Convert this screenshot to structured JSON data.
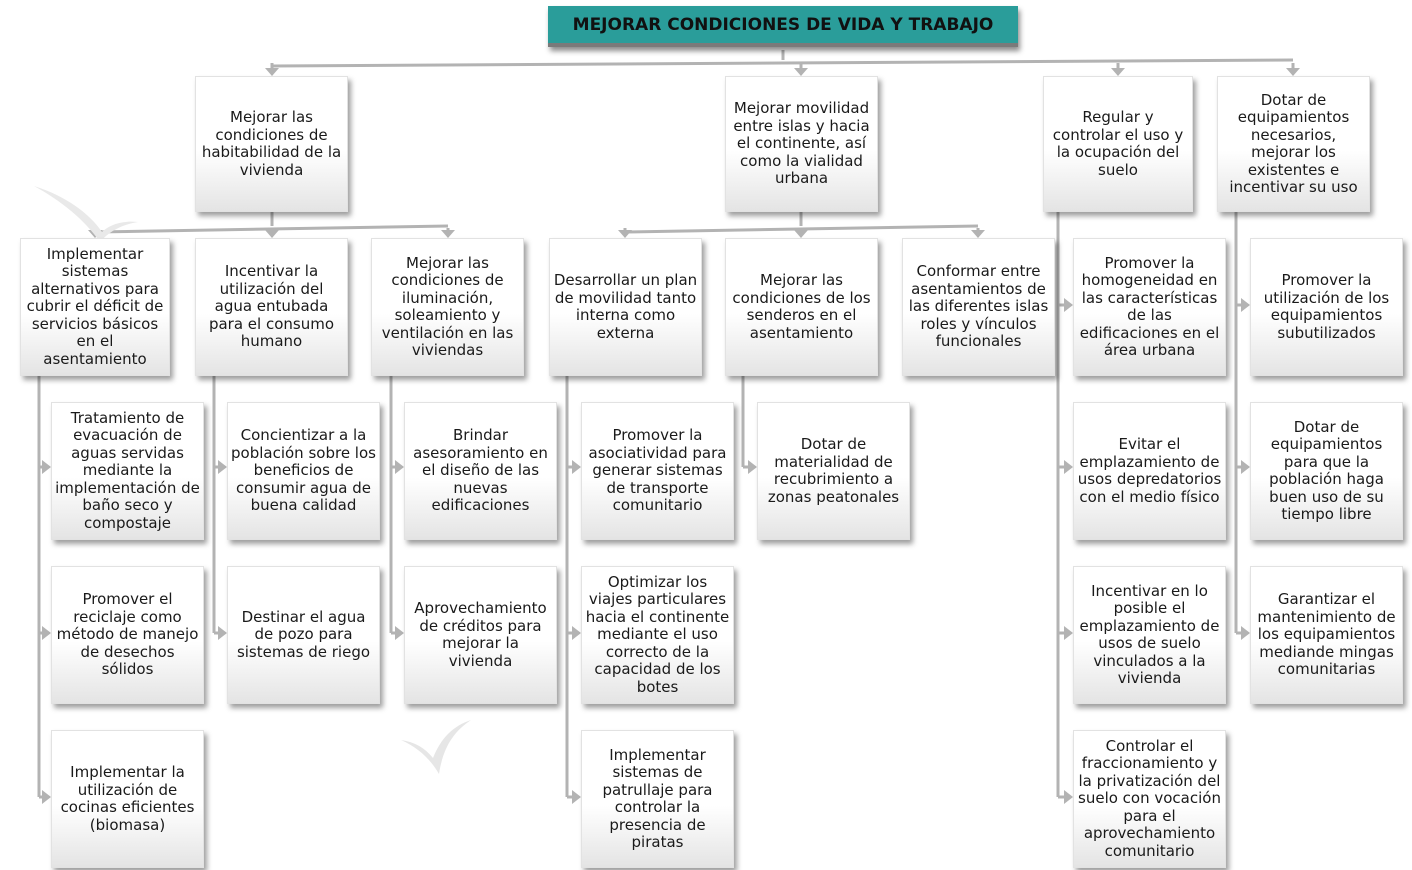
{
  "root": {
    "title": "MEJORAR CONDICIONES DE VIDA Y TRABAJO"
  },
  "nodes": {
    "n_habit": "Mejorar las condiciones de habitabilidad de la vivienda",
    "n_movil": "Mejorar movilidad entre islas y hacia el continente, así como la vialidad urbana",
    "n_suelo": "Regular y controlar el uso y la ocupación del suelo",
    "n_equip": "Dotar de equipamientos necesarios, mejorar los existentes e incentivar su uso",
    "n_sist": "Implementar sistemas alternativos para cubrir el déficit de servicios básicos en el asentamiento",
    "n_agua": "Incentivar la utilización del agua entubada para el consumo humano",
    "n_ilum": "Mejorar las condiciones de iluminación, soleamiento y ventilación en las viviendas",
    "n_plan": "Desarrollar un plan de movilidad tanto interna como externa",
    "n_send": "Mejorar las condiciones de los senderos en el asentamiento",
    "n_conf": "Conformar entre asentamientos de las diferentes islas roles y vínculos funcionales",
    "n_homog": "Promover la homogeneidad en las características de las edificaciones en el área urbana",
    "n_subut": "Promover la utilización de los equipamientos subutilizados",
    "n_trat": "Tratamiento de evacuación de aguas servidas mediante la implementación de baño seco y compostaje",
    "n_recic": "Promover el reciclaje como método de manejo de desechos sólidos",
    "n_cocin": "Implementar la utilización de cocinas eficientes (biomasa)",
    "n_conc": "Concientizar a la población sobre los beneficios de consumir agua de buena calidad",
    "n_pozo": "Destinar el agua de pozo para sistemas de riego",
    "n_asesor": "Brindar asesoramiento en el diseño de las nuevas edificaciones",
    "n_cred": "Aprovechamiento de créditos para mejorar la vivienda",
    "n_asoc": "Promover la asociatividad para generar sistemas de transporte comunitario",
    "n_viajes": "Optimizar los viajes particulares hacia el continente mediante el uso correcto de la capacidad de los botes",
    "n_patr": "Implementar sistemas de patrullaje para controlar la presencia de piratas",
    "n_mater": "Dotar de materialidad de recubrimiento a zonas peatonales",
    "n_evit": "Evitar el emplazamiento de usos depredatorios con el medio físico",
    "n_incent": "Incentivar en lo posible el emplazamiento de usos de suelo vinculados a la vivienda",
    "n_fracc": "Controlar el fraccionamiento y la privatización del suelo con vocación para el aprovechamiento comunitario",
    "n_libre": "Dotar de equipamientos para que la población haga buen uso de su tiempo libre",
    "n_mant": "Garantizar el mantenimiento de los equipamientos mediande mingas comunitarias"
  },
  "colors": {
    "title_bg": "#2a9d9a",
    "connector": "#b3b3b3",
    "box_bg": "#ffffff"
  }
}
